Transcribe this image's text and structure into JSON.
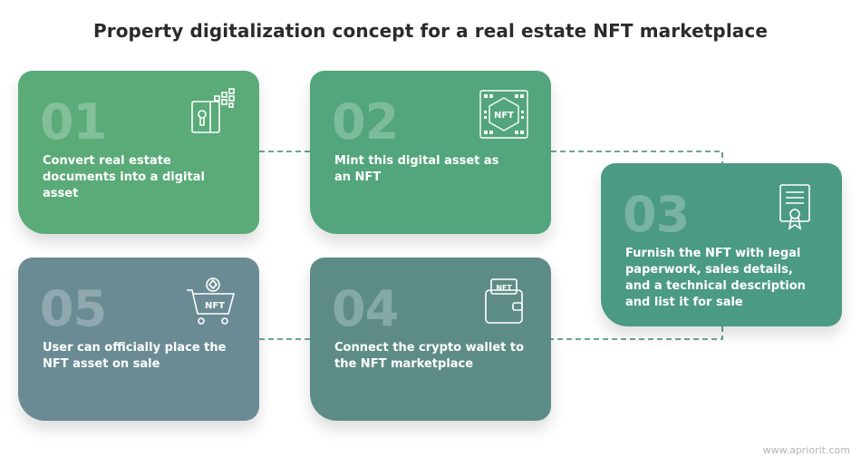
{
  "title": "Property digitalization concept for a real estate NFT marketplace",
  "steps": [
    {
      "num": "01",
      "text": "Convert real estate documents into a digital asset",
      "icon": "document-digitize-icon",
      "color": "#5aab78"
    },
    {
      "num": "02",
      "text": "Mint this digital asset as an NFT",
      "icon": "nft-chip-icon",
      "color": "#52a57c"
    },
    {
      "num": "03",
      "text": "Furnish the NFT with legal paperwork, sales details, and a technical description and list it for sale",
      "icon": "certificate-icon",
      "color": "#4b9a86"
    },
    {
      "num": "04",
      "text": "Connect the crypto wallet to the NFT marketplace",
      "icon": "nft-wallet-icon",
      "color": "#5d8c86"
    },
    {
      "num": "05",
      "text": "User can officially place the NFT asset on sale",
      "icon": "nft-cart-icon",
      "color": "#6b8b94"
    }
  ],
  "nft_label": "NFT",
  "watermark": "www.apriorit.com"
}
